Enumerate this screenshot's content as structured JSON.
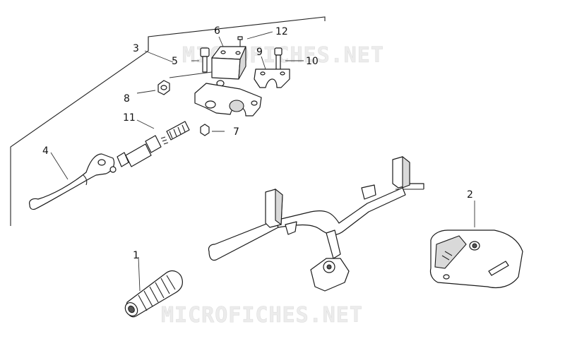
{
  "watermark": "MICROFICHES.NET",
  "callouts": [
    {
      "id": "1",
      "label": "1"
    },
    {
      "id": "2",
      "label": "2"
    },
    {
      "id": "3",
      "label": "3"
    },
    {
      "id": "4",
      "label": "4"
    },
    {
      "id": "5",
      "label": "5"
    },
    {
      "id": "6",
      "label": "6"
    },
    {
      "id": "7",
      "label": "7"
    },
    {
      "id": "8",
      "label": "8"
    },
    {
      "id": "9",
      "label": "9"
    },
    {
      "id": "10",
      "label": "10"
    },
    {
      "id": "11",
      "label": "11"
    },
    {
      "id": "12",
      "label": "12"
    }
  ]
}
